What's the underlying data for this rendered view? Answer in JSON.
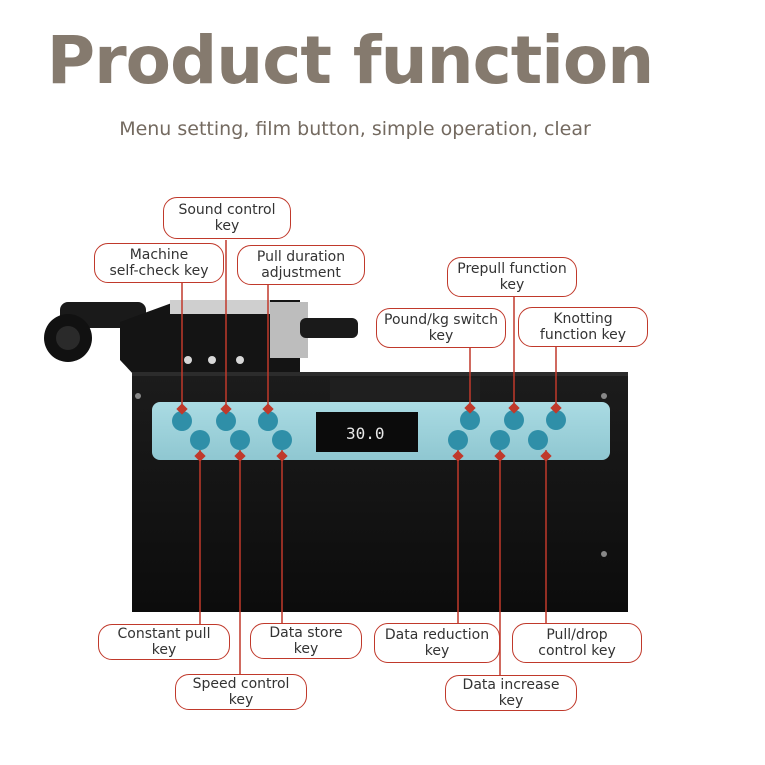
{
  "title": "Product function",
  "subtitle": "Menu setting, film button, simple operation, clear",
  "display": {
    "reading": "30.0"
  },
  "callouts": {
    "sound_control": "Sound control\nkey",
    "self_check": "Machine\nself-check key",
    "pull_duration": "Pull duration\nadjustment",
    "prepull": "Prepull  function\nkey",
    "pound_kg": "Pound/kg switch\nkey",
    "knotting": "Knotting\nfunction key",
    "constant_pull": "Constant pull key",
    "data_store": "Data store key",
    "speed_control": "Speed control key",
    "data_reduction": "Data reduction\nkey",
    "pull_drop": "Pull/drop\ncontrol key",
    "data_increase": "Data increase key"
  },
  "colors": {
    "accent": "#c0392b",
    "panel": "#9fd4dd",
    "title": "#857a6e"
  }
}
